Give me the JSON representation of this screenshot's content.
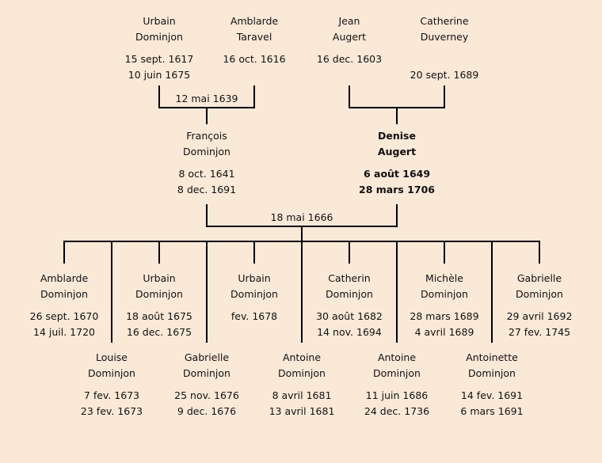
{
  "grandparents": [
    {
      "first": "Urbain",
      "last": "Dominjon",
      "birth": "15 sept. 1617",
      "death": "10 juin 1675"
    },
    {
      "first": "Amblarde",
      "last": "Taravel",
      "birth": "16 oct. 1616",
      "death": ""
    },
    {
      "first": "Jean",
      "last": "Augert",
      "birth": "16 dec. 1603",
      "death": ""
    },
    {
      "first": "Catherine",
      "last": "Duverney",
      "birth": "",
      "death": "20 sept. 1689"
    }
  ],
  "marriages": {
    "paternal": "12 mai 1639",
    "parents": "18 mai 1666"
  },
  "parents": [
    {
      "first": "François",
      "last": "Dominjon",
      "birth": "8 oct. 1641",
      "death": "8 dec. 1691"
    },
    {
      "first": "Denise",
      "last": "Augert",
      "birth": "6 août 1649",
      "death": "28 mars 1706",
      "highlight": true
    }
  ],
  "children_top": [
    {
      "first": "Amblarde",
      "last": "Dominjon",
      "birth": "26 sept. 1670",
      "death": "14 juil. 1720"
    },
    {
      "first": "Urbain",
      "last": "Dominjon",
      "birth": "18 août 1675",
      "death": "16 dec. 1675"
    },
    {
      "first": "Urbain",
      "last": "Dominjon",
      "birth": "fev. 1678",
      "death": ""
    },
    {
      "first": "Catherin",
      "last": "Dominjon",
      "birth": "30 août 1682",
      "death": "14 nov. 1694"
    },
    {
      "first": "Michèle",
      "last": "Dominjon",
      "birth": "28 mars 1689",
      "death": "4 avril 1689"
    },
    {
      "first": "Gabrielle",
      "last": "Dominjon",
      "birth": "29 avril 1692",
      "death": "27 fev. 1745"
    }
  ],
  "children_bottom": [
    {
      "first": "Louise",
      "last": "Dominjon",
      "birth": "7 fev. 1673",
      "death": "23 fev. 1673"
    },
    {
      "first": "Gabrielle",
      "last": "Dominjon",
      "birth": "25 nov. 1676",
      "death": "9 dec. 1676"
    },
    {
      "first": "Antoine",
      "last": "Dominjon",
      "birth": "8 avril 1681",
      "death": "13 avril 1681"
    },
    {
      "first": "Antoine",
      "last": "Dominjon",
      "birth": "11 juin 1686",
      "death": "24 dec. 1736"
    },
    {
      "first": "Antoinette",
      "last": "Dominjon",
      "birth": "14 fev. 1691",
      "death": "6 mars 1691"
    }
  ]
}
